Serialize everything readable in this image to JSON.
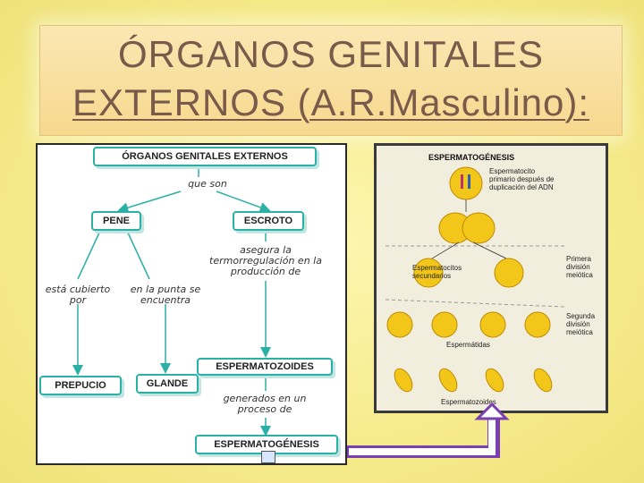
{
  "title": {
    "line1": "ÓRGANOS GENITALES",
    "line2": "EXTERNOS (A.R.Masculino):"
  },
  "concept_map": {
    "root": "ÓRGANOS GENITALES EXTERNOS",
    "root_link": "que son",
    "pene": "PENE",
    "escroto": "ESCROTO",
    "pene_link_left": "está cubierto por",
    "pene_link_right": "en la punta se encuentra",
    "escroto_link": "asegura la termorregulación en la producción de",
    "prepucio": "PREPUCIO",
    "glande": "GLANDE",
    "espermatozoides": "ESPERMATOZOIDES",
    "espermatozoides_link": "generados en un proceso de",
    "espermatogenesis": "ESPERMATOGÉNESIS"
  },
  "spermatogenesis": {
    "title": "ESPERMATOGÉNESIS",
    "label_primary": "Espermatocito primario después de duplicación del ADN",
    "label_secondary": "Espermatocitos secundarios",
    "label_first_division": "Primera división meiótica",
    "label_second_division": "Segunda división meiótica",
    "label_spermatids": "Espermátidas",
    "label_sperm": "Espermatozoides"
  },
  "colors": {
    "title_text": "#7a5a4a",
    "concept_border": "#2bb0a6",
    "arrow_purple": "#7a3fb3",
    "cell_yellow": "#f3c71a"
  }
}
